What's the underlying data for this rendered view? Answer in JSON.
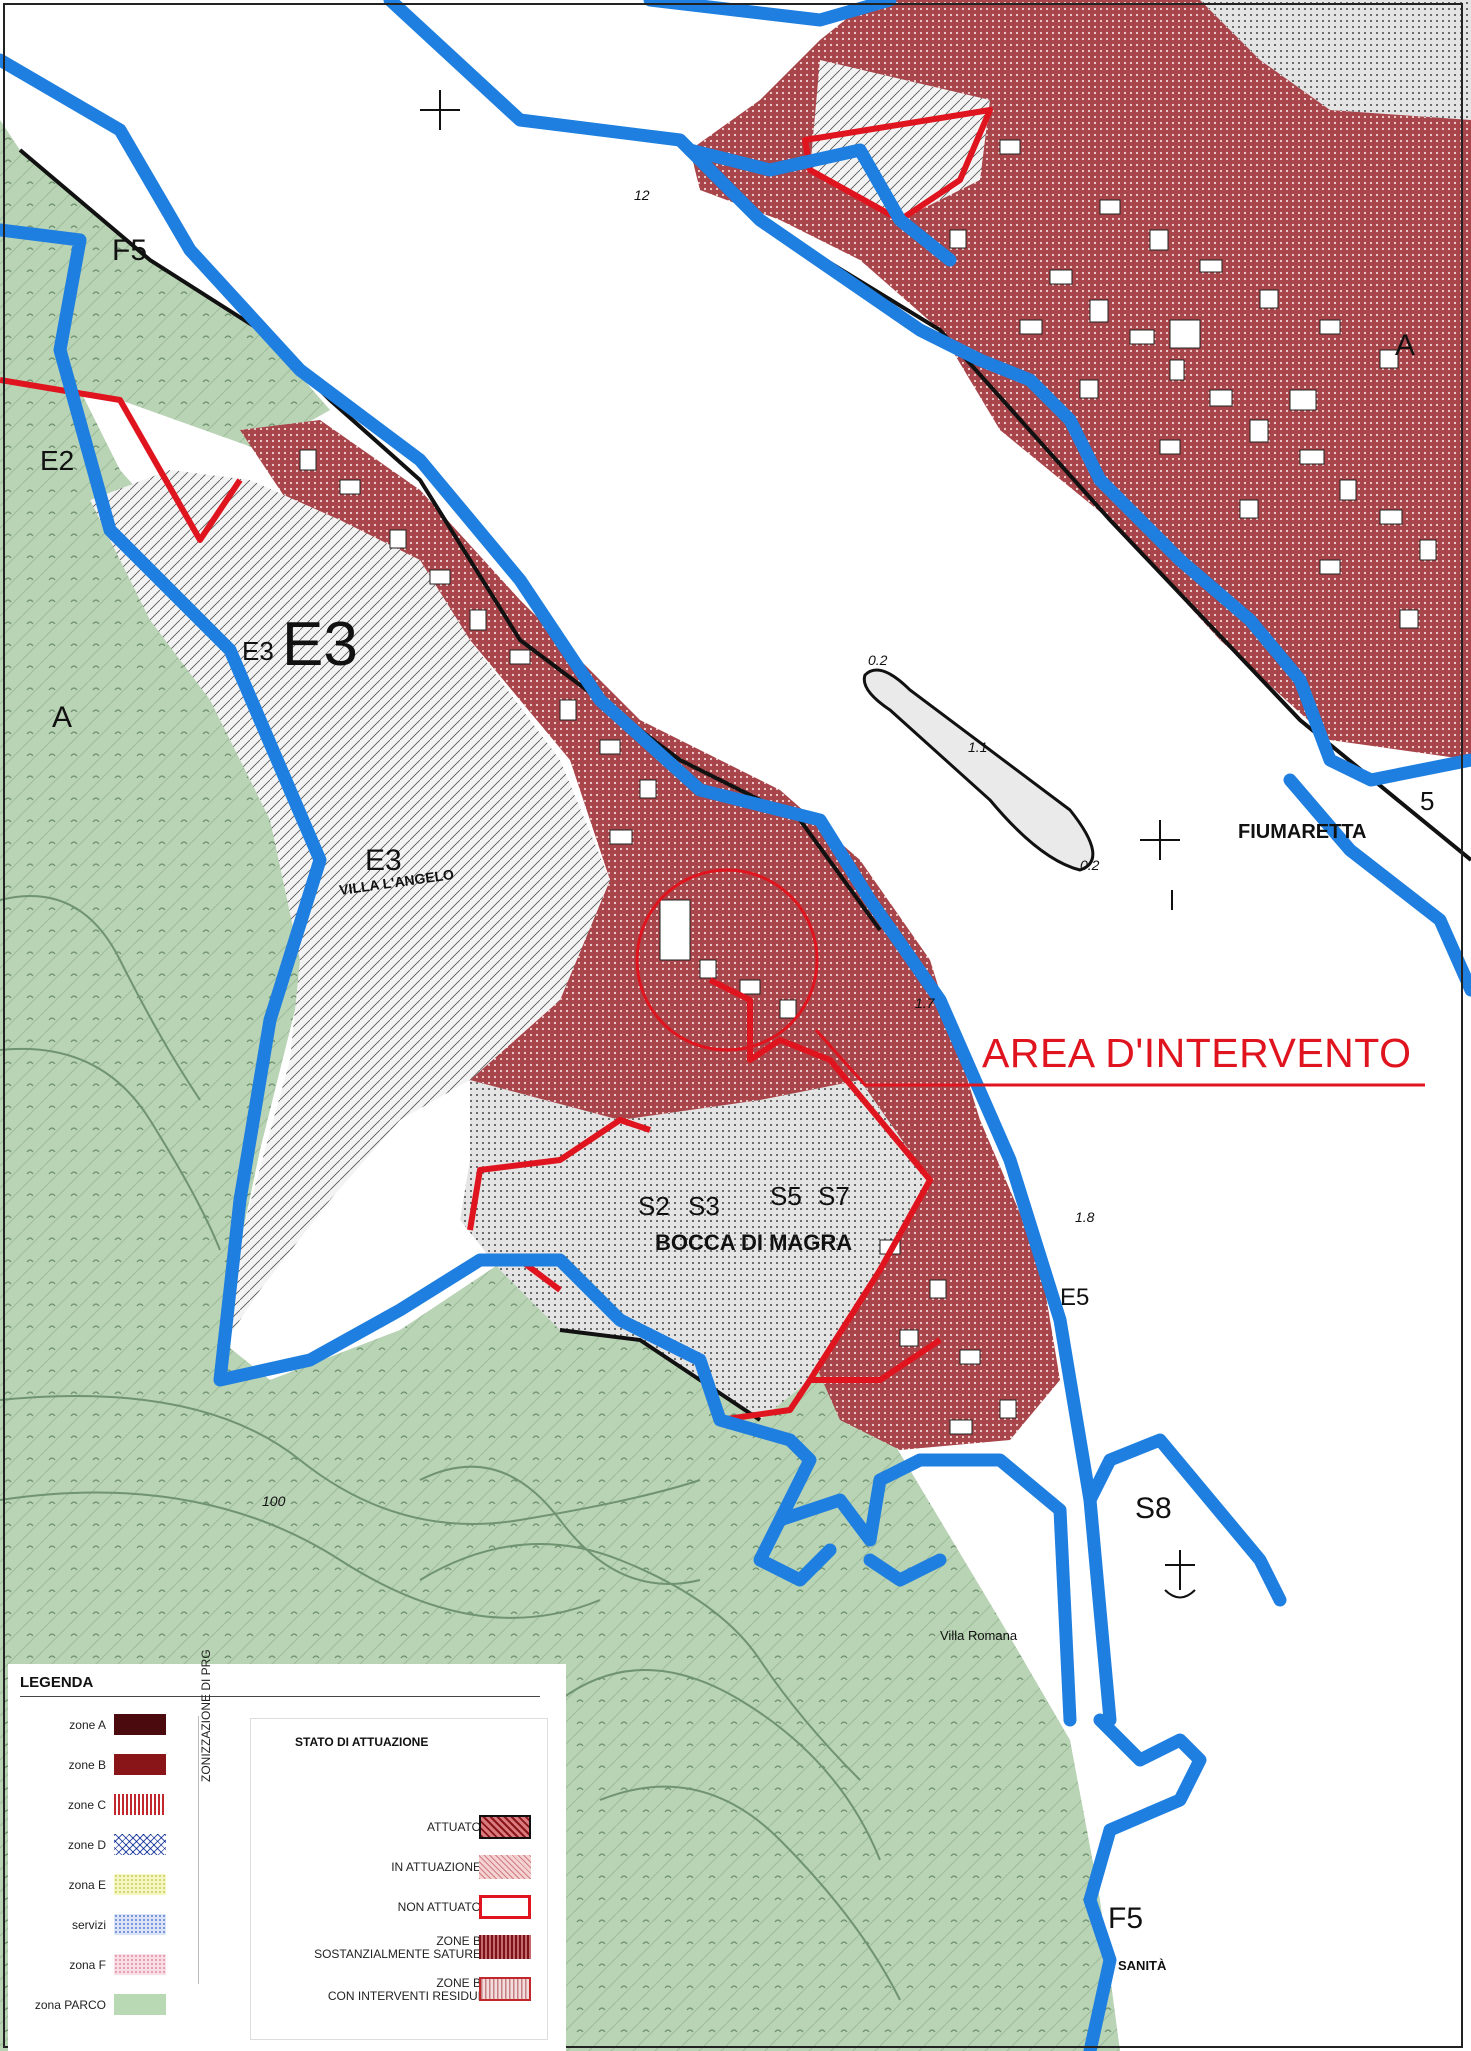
{
  "map": {
    "zone_labels": {
      "e3_large": "E3",
      "e3_small_a": "E3",
      "e3_small_b": "E3",
      "e2": "E2",
      "e5": "E5",
      "f5_top": "F5",
      "f5_bottom": "F5",
      "s2": "S2",
      "s3": "S3",
      "s5": "S5",
      "s7": "S7",
      "s8": "S8",
      "a1": "A",
      "a2": "A",
      "five": "5"
    },
    "place_labels": {
      "villa": "VILLA L'ANGELO",
      "bocca": "BOCCA DI MAGRA",
      "fiumaretta": "FIUMARETTA",
      "sanita": "SANITÀ",
      "villa_romana": "Villa Romana"
    },
    "contour_labels": [
      "0.2",
      "1.1",
      "0.2",
      "12",
      "1.7",
      "1.8",
      "100"
    ],
    "colors": {
      "river": "#ffffff",
      "green_zone": "#b9d3b5",
      "green_dark": "#7aa07a",
      "red_zone": "#a8454a",
      "red_line": "#e0141e",
      "blue_boundary": "#1e7fe0",
      "built_gray": "#cfcfcf"
    }
  },
  "callout": {
    "text": "AREA D'INTERVENTO"
  },
  "legend": {
    "title": "LEGENDA",
    "zonizzazione_label": "ZONIZZAZIONE DI PRG",
    "zones": [
      {
        "label": "zone A",
        "color": "#4a0a0e",
        "icon": "solid"
      },
      {
        "label": "zone B",
        "color": "#8a1518",
        "icon": "solid"
      },
      {
        "label": "zone C",
        "color": "#c2282c",
        "icon": "vertical-hatch"
      },
      {
        "label": "zone D",
        "color": "#3a56b0",
        "icon": "crosshatch"
      },
      {
        "label": "zona E",
        "color": "#e6ea8a",
        "icon": "dotted"
      },
      {
        "label": "servizi",
        "color": "#5c7fd0",
        "icon": "dotted"
      },
      {
        "label": "zona F",
        "color": "#e08aa0",
        "icon": "dotted"
      },
      {
        "label": "zona PARCO",
        "color": "#b9d9b5",
        "icon": "solid"
      }
    ],
    "stato": {
      "title": "STATO DI ATTUAZIONE",
      "items": [
        {
          "label": "ATTUATO",
          "style": "attuato"
        },
        {
          "label": "IN ATTUAZIONE",
          "style": "in-attuazione"
        },
        {
          "label": "NON ATTUATO",
          "style": "non-attuato"
        },
        {
          "label": "ZONE B\nSOSTANZIALMENTE SATURE",
          "style": "sature"
        },
        {
          "label": "ZONE B\nCON INTERVENTI RESIDUI",
          "style": "residui"
        }
      ]
    }
  }
}
